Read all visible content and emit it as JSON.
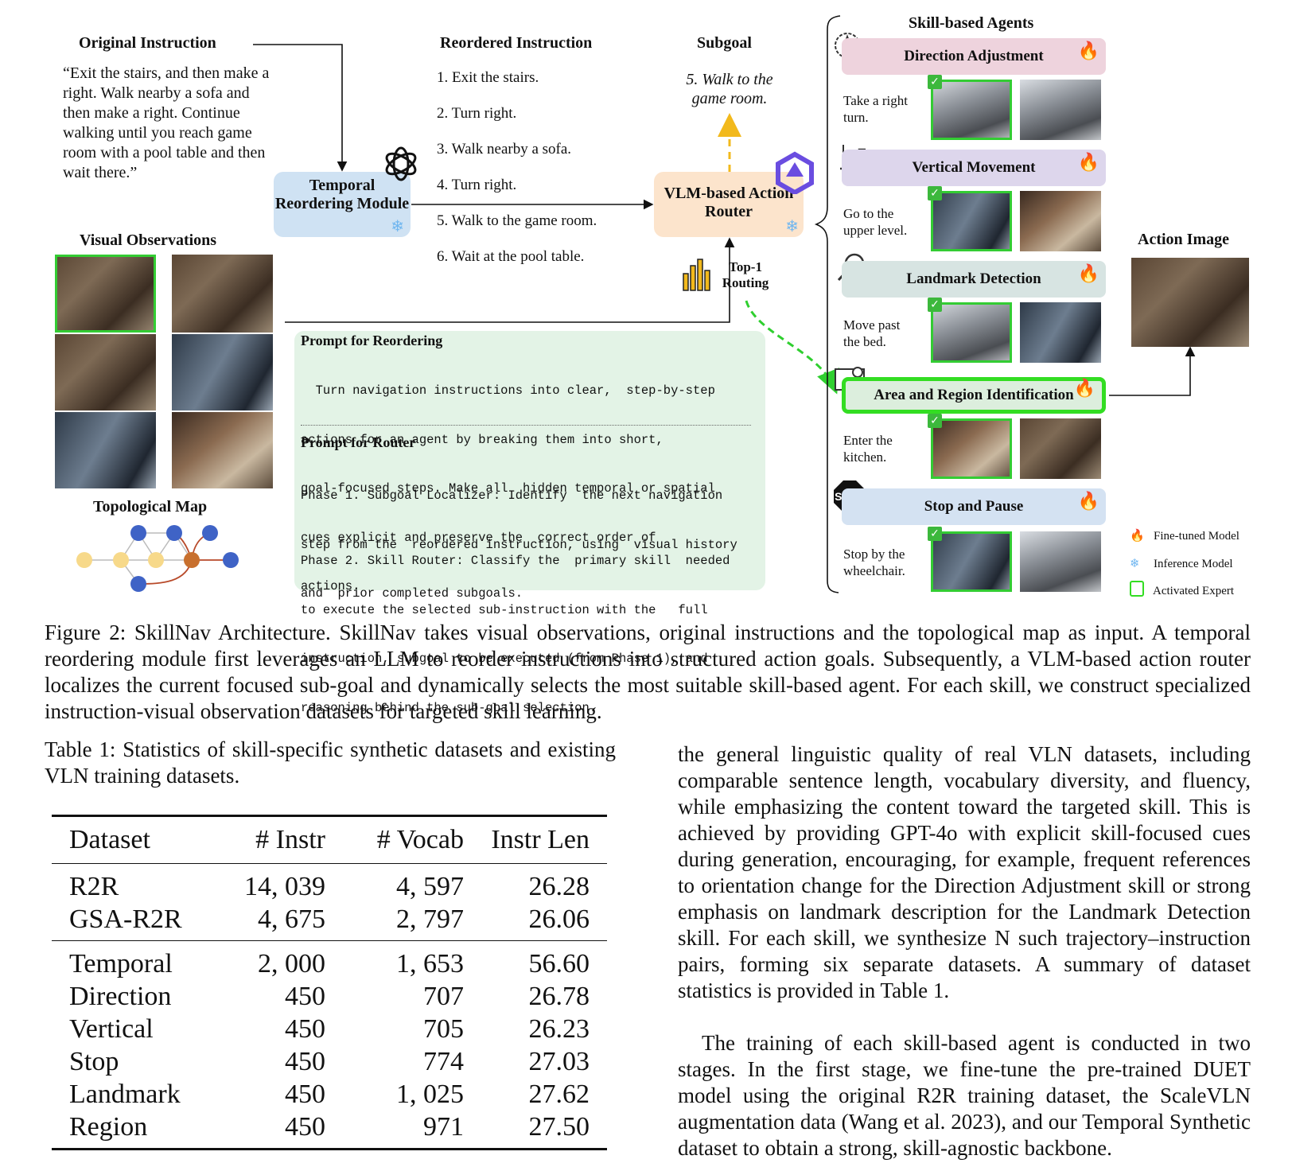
{
  "figure": {
    "original_instruction": {
      "title": "Original Instruction",
      "text": "“Exit the stairs, and then make a right. Walk nearby a sofa and then make a right. Continue walking until you reach game room with a pool table and then wait there.”"
    },
    "temporal_module": {
      "label": "Temporal Reordering Module"
    },
    "reordered": {
      "title": "Reordered Instruction",
      "steps": [
        "1. Exit the stairs.",
        "2. Turn right.",
        "3. Walk nearby a sofa.",
        "4. Turn right.",
        "5. Walk to the game room.",
        "6. Wait at the pool table."
      ]
    },
    "subgoal": {
      "title": "Subgoal",
      "text": "5. Walk to the game room."
    },
    "router": {
      "label": "VLM-based Action Router",
      "routing": "Top-1 Routing"
    },
    "visual_obs": {
      "title": "Visual Observations"
    },
    "topo_map": {
      "title": "Topological Map"
    },
    "prompt_reordering": {
      "title": "Prompt for Reordering",
      "lines": [
        "  Turn navigation instructions into clear,  step-by-step",
        "actions for an agent by breaking them into short,",
        "goal-focused steps. Make all  hidden temporal or spatial",
        "cues explicit and preserve the  correct order of",
        "actions."
      ]
    },
    "prompt_router": {
      "title": "Prompt for Router",
      "phase1_lines": [
        "Phase 1. Subgoal Localizer: Identify  the next navigation",
        "step from the  reordered instruction, using  visual history",
        "and  prior completed subgoals."
      ],
      "phase2_lines": [
        "Phase 2. Skill Router: Classify the  primary skill  needed",
        "to execute the selected sub-instruction with the   full",
        "instruction, subgoal to be executed (from Phase 1), and",
        "reasoning behind the sub-goal selection."
      ]
    },
    "skills": {
      "title": "Skill-based Agents",
      "items": [
        {
          "name": "Direction Adjustment",
          "text": "Take a right turn."
        },
        {
          "name": "Vertical Movement",
          "text": "Go to the upper level."
        },
        {
          "name": "Landmark Detection",
          "text": "Move past the bed."
        },
        {
          "name": "Area and Region Identification",
          "text": "Enter the kitchen."
        },
        {
          "name": "Stop and Pause",
          "text": "Stop by the wheelchair."
        }
      ],
      "stop_sign": "STOP"
    },
    "action_image": {
      "title": "Action Image"
    },
    "legend": [
      "Fine-tuned Model",
      "Inference Model",
      "Activated Expert"
    ],
    "colors": {
      "direction": "#eed3dd",
      "vertical": "#ddd6ec",
      "landmark": "#d7e4e2",
      "region": "#dceedd",
      "stop": "#d4e2f2",
      "temporal": "#cfe2f3",
      "router": "#fce4cc",
      "prompt": "#e3f3e6",
      "activated": "#33dd22"
    }
  },
  "figure_caption": "Figure 2: SkillNav Architecture. SkillNav takes visual observations, original instructions and the topological map as input. A temporal reordering module first leverages an LLM to reorder instructions into structured action goals. Subsequently, a VLM-based action router localizes the current focused sub-goal and dynamically selects the most suitable skill-based agent. For each skill, we construct specialized instruction-visual observation datasets for targeted skill learning.",
  "table": {
    "caption": "Table 1: Statistics of skill-specific synthetic datasets and existing VLN training datasets.",
    "headers": [
      "Dataset",
      "# Instr",
      "# Vocab",
      "Instr Len"
    ],
    "group1": [
      [
        "R2R",
        "14, 039",
        "4, 597",
        "26.28"
      ],
      [
        "GSA-R2R",
        "4, 675",
        "2, 797",
        "26.06"
      ]
    ],
    "group2": [
      [
        "Temporal",
        "2, 000",
        "1, 653",
        "56.60"
      ],
      [
        "Direction",
        "450",
        "707",
        "26.78"
      ],
      [
        "Vertical",
        "450",
        "705",
        "26.23"
      ],
      [
        "Stop",
        "450",
        "774",
        "27.03"
      ],
      [
        "Landmark",
        "450",
        "1, 025",
        "27.62"
      ],
      [
        "Region",
        "450",
        "971",
        "27.50"
      ]
    ]
  },
  "right_column": {
    "para1": "the general linguistic quality of real VLN datasets, including comparable sentence length, vocabulary diversity, and fluency, while emphasizing the content toward the targeted skill. This is achieved by providing GPT-4o with explicit skill-focused cues during generation, encouraging, for example, frequent references to orientation change for the Direction Adjustment skill or strong emphasis on landmark description for the Landmark Detection skill. For each skill, we synthesize N such trajectory–instruction pairs, forming six separate datasets. A summary of dataset statistics is provided in Table 1.",
    "para2": "The training of each skill-based agent is conducted in two stages. In the first stage, we fine-tune the pre-trained DUET model using the original R2R training dataset, the ScaleVLN augmentation data (Wang et al. 2023), and our Temporal Synthetic dataset to obtain a strong, skill-agnostic backbone."
  }
}
